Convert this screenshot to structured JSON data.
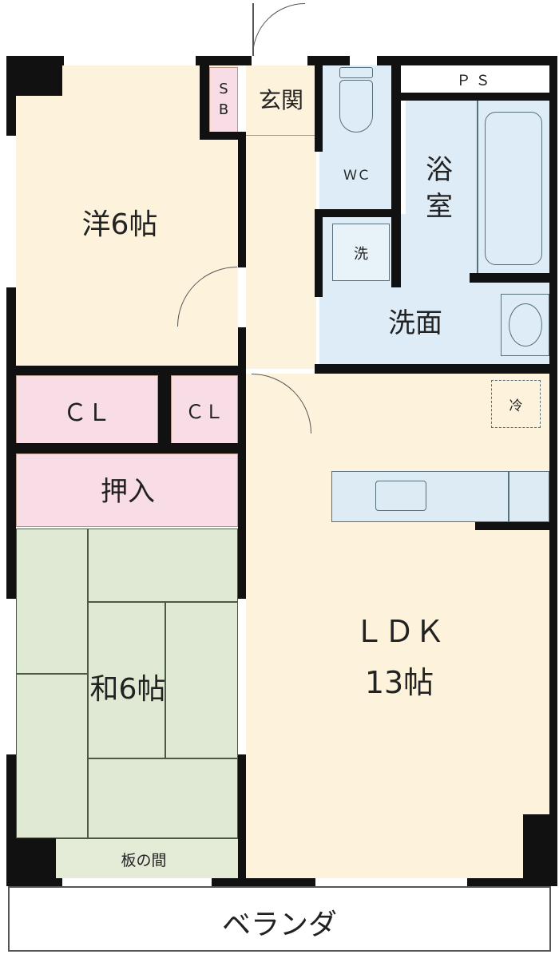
{
  "rooms": {
    "western": "洋6帖",
    "closet_1": "ＣＬ",
    "closet_2": "ＣＬ",
    "oshiire": "押入",
    "japanese": "和6帖",
    "itanoma": "板の間",
    "shoe_box": "S\nB",
    "entrance": "玄関",
    "wc": "ＷＣ",
    "ps": "ＰＳ",
    "bath": "浴\n室",
    "washer": "洗",
    "washroom": "洗面",
    "fridge": "冷",
    "ldk": "ＬＤＫ\n13帖",
    "veranda": "ベランダ"
  },
  "colors": {
    "cream": "#fdf3dc",
    "pink": "#f9dde6",
    "blue": "#ddecf6",
    "green": "#e0e9d3",
    "wall": "#111111"
  }
}
